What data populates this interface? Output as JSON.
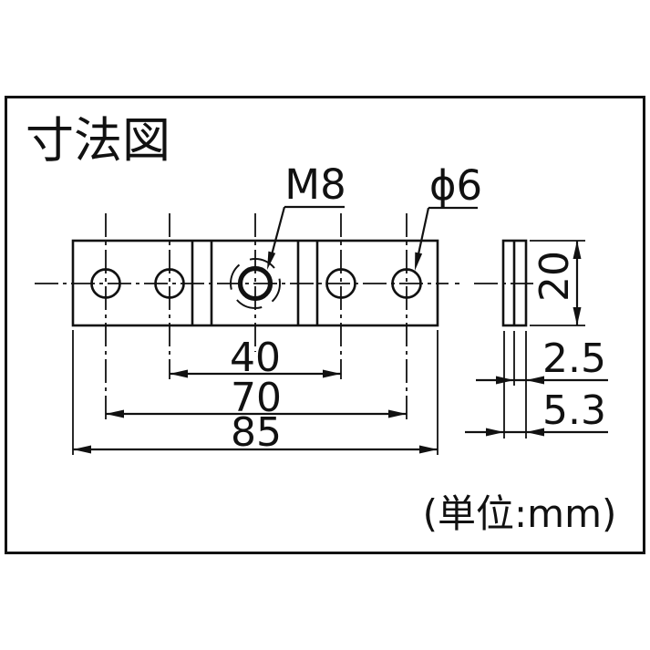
{
  "title": "寸法図",
  "unit_note": "(単位:mm)",
  "labels": {
    "thread": "M8",
    "hole_diameter": "ϕ6"
  },
  "dimensions": {
    "inner_hole_span": "40",
    "outer_hole_span": "70",
    "total_length": "85",
    "height": "20",
    "step_thickness": "2.5",
    "total_thickness": "5.3"
  },
  "colors": {
    "line": "#111111",
    "background": "#ffffff"
  }
}
